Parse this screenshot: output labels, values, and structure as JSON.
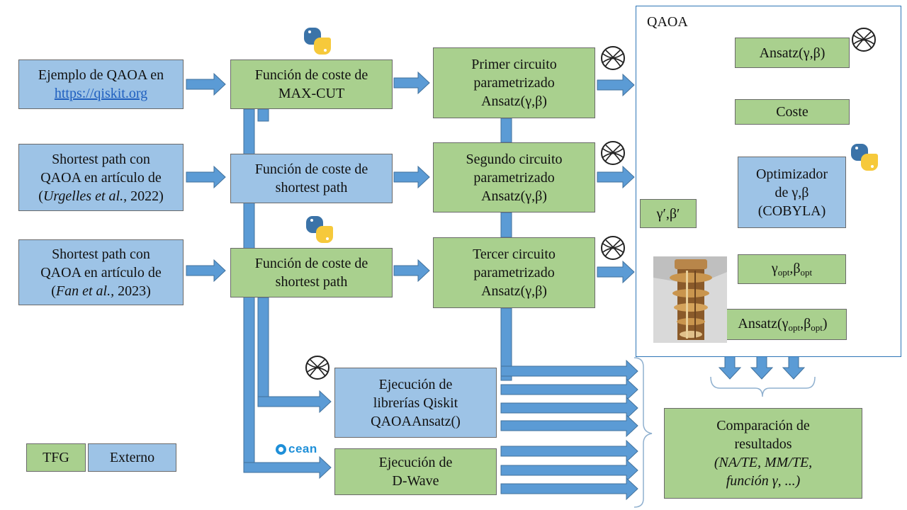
{
  "inputs": {
    "qiskit_example": {
      "line1": "Ejemplo de QAOA en",
      "link": "https://qiskit.org"
    },
    "urgelles": {
      "line1": "Shortest path con",
      "line2": "QAOA en artículo de",
      "author_open": "(",
      "author": "Urgelles et al.,",
      "year": " 2022)"
    },
    "fan": {
      "line1": "Shortest path con",
      "line2": "QAOA en artículo de",
      "author_open": "(",
      "author": "Fan et al.,",
      "year": " 2023)"
    }
  },
  "cost_functions": {
    "maxcut": {
      "line1": "Función de coste de",
      "line2": "MAX-CUT"
    },
    "shortest_ext": {
      "line1": "Función de coste de",
      "line2": "shortest path"
    },
    "shortest_tfg": {
      "line1": "Función de coste de",
      "line2": "shortest path"
    }
  },
  "circuits": {
    "first": {
      "line1": "Primer circuito",
      "line2": "parametrizado",
      "line3": "Ansatz(γ,β)"
    },
    "second": {
      "line1": "Segundo circuito",
      "line2": "parametrizado",
      "line3": "Ansatz(γ,β)"
    },
    "third": {
      "line1": "Tercer circuito",
      "line2": "parametrizado",
      "line3": "Ansatz(γ,β)"
    }
  },
  "qaoa": {
    "title": "QAOA",
    "ansatz": "Ansatz(γ,β)",
    "coste": "Coste",
    "optimizer": {
      "line1": "Optimizador",
      "line2": "de γ,β",
      "line3": "(COBYLA)"
    },
    "updated": "γ′,β′",
    "opt_params": {
      "g": "γ",
      "g_sub": "opt",
      "sep": ",",
      "b": "β",
      "b_sub": "opt"
    },
    "ansatz_opt": {
      "pre": "Ansatz(",
      "g": "γ",
      "g_sub": "opt",
      "sep": ",",
      "b": "β",
      "b_sub": "opt",
      "post": ")"
    }
  },
  "executions": {
    "qiskit": {
      "line1": "Ejecución de",
      "line2": "librerías Qiskit",
      "line3": "QAOAAnsatz()"
    },
    "dwave": {
      "line1": "Ejecución de",
      "line2": "D-Wave"
    }
  },
  "comparison": {
    "line1": "Comparación de",
    "line2": "resultados",
    "line3": "(NA/TE, MM/TE,",
    "line4": "función γ, ...)"
  },
  "legend": {
    "tfg": "TFG",
    "externo": "Externo"
  },
  "ocean_logo": "cean",
  "icons": [
    "python-icon",
    "qiskit-icon",
    "ocean-logo",
    "quantum-computer-photo"
  ],
  "colors": {
    "tfg_green": "#a9d08e",
    "externo_blue": "#9dc3e6",
    "arrow": "#5b9bd5",
    "frame": "#2e75b6"
  }
}
